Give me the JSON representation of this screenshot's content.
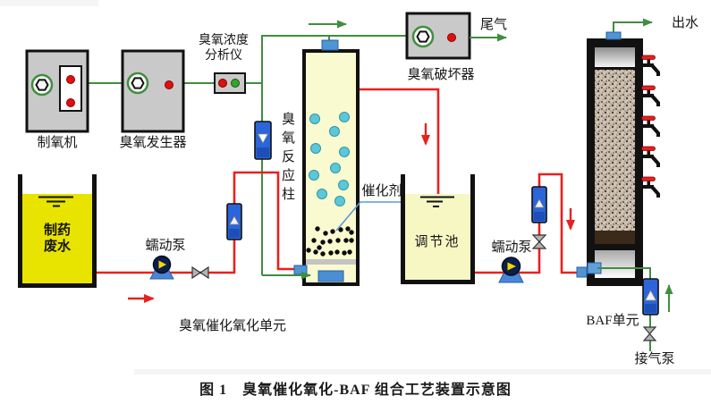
{
  "diagram": {
    "caption": "图 1　臭氧催化氧化-BAF 组合工艺装置示意图",
    "units": {
      "ozone_unit_label": "臭氧催化氧化单元",
      "baf_unit_label": "BAF单元"
    },
    "equipment": {
      "oxygen_generator": "制氧机",
      "ozone_generator": "臭氧发生器",
      "analyzer": "臭氧浓度\n分析仪",
      "reaction_column": "臭氧反应柱",
      "destroyer": "臭氧破坏器",
      "catalyst": "催化剂",
      "wastewater_tank": "制药\n废水",
      "pump1": "蠕动泵",
      "pump2": "蠕动泵",
      "regulation_pool": "调节池",
      "air_pump": "接气泵"
    },
    "streams": {
      "tail_gas": "尾气",
      "outlet": "出水"
    }
  },
  "colors": {
    "pipe_green": "#3F8E3F",
    "pipe_red": "#E8201E",
    "flowmeter_blue": "#2B65D9",
    "port_blue": "#4E95D6",
    "tank_yellow": "#E8E400",
    "pool_yellow": "#F7F7C4",
    "column_yellow": "#FAFAD0",
    "equipment_gray": "#C9C9C9",
    "bubble_cyan": "#5BC8D8",
    "catalyst_dot": "#0B0B0B",
    "tap_red": "#E02222"
  },
  "graphics": {
    "bubbles": [
      [
        352,
        133
      ],
      [
        385,
        131
      ],
      [
        374,
        147
      ],
      [
        353,
        166
      ],
      [
        385,
        170
      ],
      [
        375,
        188
      ],
      [
        351,
        196
      ],
      [
        384,
        207
      ],
      [
        360,
        217
      ],
      [
        380,
        225
      ]
    ],
    "catalyst_dots": [
      [
        355,
        256
      ],
      [
        364,
        261
      ],
      [
        372,
        259
      ],
      [
        381,
        257
      ],
      [
        389,
        256
      ],
      [
        393,
        260
      ],
      [
        351,
        269
      ],
      [
        361,
        271
      ],
      [
        369,
        270
      ],
      [
        378,
        269
      ],
      [
        387,
        269
      ],
      [
        393,
        269
      ],
      [
        345,
        280
      ],
      [
        353,
        282
      ],
      [
        361,
        284
      ],
      [
        370,
        283
      ],
      [
        377,
        282
      ],
      [
        385,
        283
      ],
      [
        391,
        282
      ],
      [
        357,
        277
      ]
    ],
    "taps_y": [
      62,
      96,
      130,
      164,
      198
    ]
  }
}
